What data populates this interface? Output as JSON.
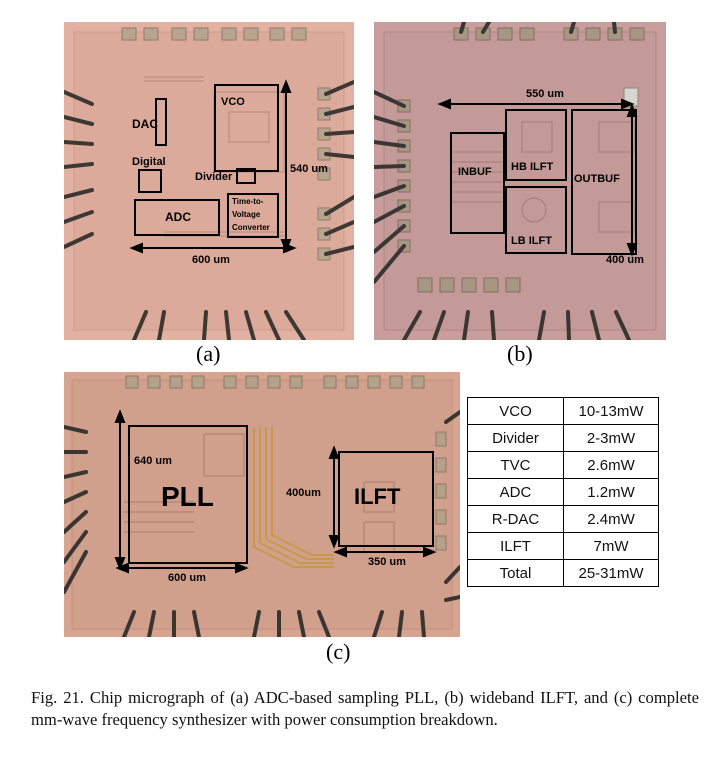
{
  "panel_a": {
    "caption": "(a)",
    "labels": {
      "dac": "DAC",
      "vco": "VCO",
      "digital": "Digital",
      "divider": "Divider",
      "adc": "ADC",
      "tvc_line1": "Time-to-",
      "tvc_line2": "Voltage",
      "tvc_line3": "Converter",
      "height_dim": "540 um",
      "width_dim": "600 um"
    }
  },
  "panel_b": {
    "caption": "(b)",
    "labels": {
      "width_dim": "550 um",
      "inbuf": "INBUF",
      "hb_ilft": "HB ILFT",
      "lb_ilft": "LB ILFT",
      "outbuf": "OUTBUF",
      "height_dim": "400 um"
    }
  },
  "panel_c": {
    "caption": "(c)",
    "labels": {
      "pll": "PLL",
      "ilft": "ILFT",
      "pll_height": "640 um",
      "pll_width": "600 um",
      "ilft_height": "400um",
      "ilft_width": "350 um"
    }
  },
  "power_table": {
    "rows": [
      {
        "block": "VCO",
        "power": "10-13mW"
      },
      {
        "block": "Divider",
        "power": "2-3mW"
      },
      {
        "block": "TVC",
        "power": "2.6mW"
      },
      {
        "block": "ADC",
        "power": "1.2mW"
      },
      {
        "block": "R-DAC",
        "power": "2.4mW"
      },
      {
        "block": "ILFT",
        "power": "7mW"
      },
      {
        "block": "Total",
        "power": "25-31mW"
      }
    ]
  },
  "figure_caption": "Fig. 21.  Chip micrograph of (a) ADC-based sampling PLL, (b) wideband ILFT, and (c) complete mm-wave frequency synthesizer with power consumption breakdown."
}
